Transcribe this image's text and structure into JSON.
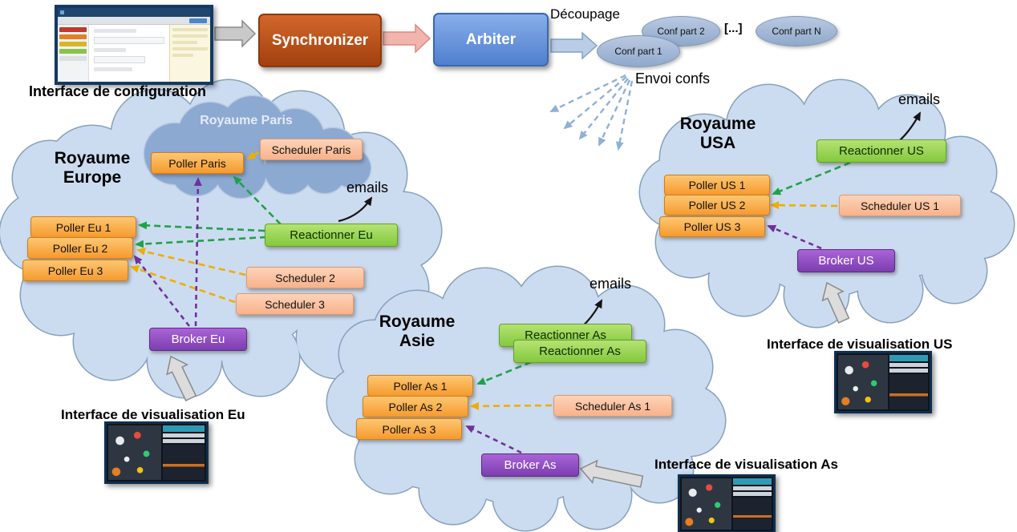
{
  "pipeline": {
    "config_interface_label": "Interface de configuration",
    "synchronizer_label": "Synchronizer",
    "arbiter_label": "Arbiter",
    "decoupage_label": "Découpage",
    "conf_part_1": "Conf part 1",
    "conf_part_2": "Conf part 2",
    "conf_ellipsis": "[...]",
    "conf_part_n": "Conf part N",
    "envoi_confs_label": "Envoi confs"
  },
  "europe": {
    "title_line1": "Royaume",
    "title_line2": "Europe",
    "paris_realm_title": "Royaume Paris",
    "poller_paris": "Poller Paris",
    "scheduler_paris": "Scheduler Paris",
    "emails_label": "emails",
    "reactionner": "Reactionner Eu",
    "pollers": [
      "Poller Eu 1",
      "Poller Eu 2",
      "Poller Eu 3"
    ],
    "schedulers": [
      "Scheduler 2",
      "Scheduler 3"
    ],
    "broker": "Broker Eu",
    "viz_interface_label": "Interface de visualisation Eu"
  },
  "asie": {
    "title_line1": "Royaume",
    "title_line2": "Asie",
    "emails_label": "emails",
    "reactionner_back": "Reactionner As",
    "reactionner": "Reactionner As",
    "pollers": [
      "Poller As 1",
      "Poller As 2",
      "Poller As 3"
    ],
    "scheduler": "Scheduler As 1",
    "broker": "Broker As",
    "viz_interface_label": "Interface de visualisation As"
  },
  "usa": {
    "title_line1": "Royaume",
    "title_line2": "USA",
    "emails_label": "emails",
    "reactionner": "Reactionner US",
    "pollers": [
      "Poller US 1",
      "Poller US 2",
      "Poller US 3"
    ],
    "scheduler": "Scheduler US 1",
    "broker": "Broker US",
    "viz_interface_label": "Interface de visualisation US"
  },
  "colors": {
    "poller": "#F69A2D",
    "scheduler": "#F8B28B",
    "reactionner": "#83C93D",
    "broker": "#7C3EB0",
    "synchronizer": "#A2400E",
    "arbiter": "#4F7FCE",
    "cloud": "#CCDCF0",
    "paris_cloud": "#8CA9D2",
    "arrow_green": "#1FA24A",
    "arrow_yellow": "#F0AD00",
    "arrow_purple": "#7030A0",
    "arrow_blue": "#8FB0D8"
  }
}
